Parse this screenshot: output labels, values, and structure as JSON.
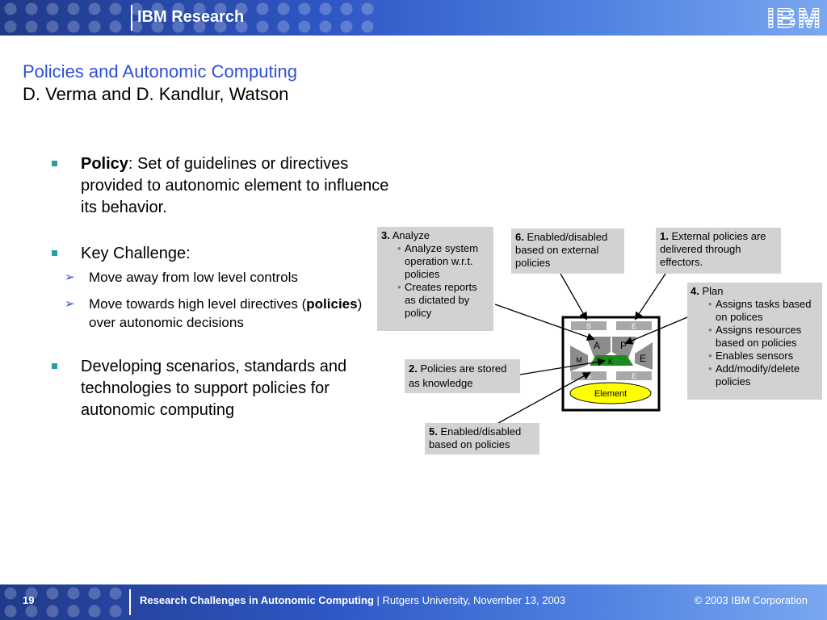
{
  "header": {
    "brand": "IBM Research",
    "logo": "IBM"
  },
  "slide": {
    "title": "Policies and Autonomic Computing",
    "subtitle": "D. Verma and D. Kandlur, Watson"
  },
  "bullets": {
    "policy_term": "Policy",
    "policy_text": ": Set of guidelines or directives provided to autonomic element to influence its behavior.",
    "challenge": "Key Challenge:",
    "sub1": "Move away from low level controls",
    "sub2_pre": "Move towards high level directives (",
    "sub2_bold": "policies",
    "sub2_post": ") over autonomic decisions",
    "developing": "Developing scenarios, standards and technologies to support policies for autonomic computing"
  },
  "diagram": {
    "analyze": {
      "num": "3.",
      "label": " Analyze",
      "items": [
        "Analyze system operation w.r.t. policies",
        "Creates reports as dictated by policy"
      ]
    },
    "six": {
      "num": "6.",
      "text": " Enabled/disabled based on external policies"
    },
    "one": {
      "num": "1.",
      "text": " External policies are delivered through effectors."
    },
    "plan": {
      "num": "4.",
      "label": " Plan",
      "items": [
        "Assigns tasks based on polices",
        "Assigns resources based on policies",
        "Enables sensors",
        "Add/modify/delete policies"
      ]
    },
    "two": {
      "num": "2.",
      "text": " Policies are stored as knowledge"
    },
    "five": {
      "num": "5.",
      "text": " Enabled/disabled based on policies"
    },
    "element": {
      "s_top": "S",
      "e_top": "E",
      "a": "A",
      "p": "P",
      "m": "M",
      "k": "K",
      "e": "E",
      "s_bot": "S",
      "e_bot": "E",
      "label": "Element"
    }
  },
  "footer": {
    "page": "19",
    "talk": "Research Challenges in Autonomic Computing",
    "separator": " | ",
    "venue": "Rutgers University, November 13, 2003",
    "copyright": "© 2003 IBM Corporation"
  }
}
